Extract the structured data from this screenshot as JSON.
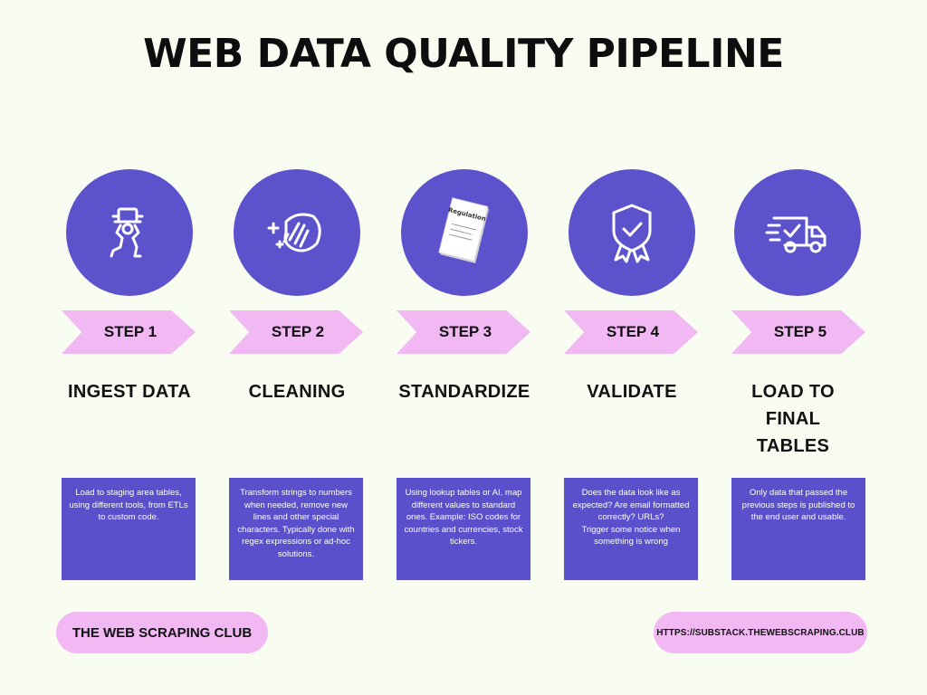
{
  "title": "WEB DATA QUALITY PIPELINE",
  "colors": {
    "background": "#f9fcf1",
    "circle": "#5c52cc",
    "chevron": "#f1b8f4",
    "box": "#5a50cb",
    "pill": "#f1b8f4"
  },
  "steps": [
    {
      "step_label": "STEP 1",
      "title": "INGEST DATA",
      "icon": "person-carrying-box-icon",
      "description": "Load to staging area tables, using different tools, from ETLs to custom code."
    },
    {
      "step_label": "STEP 2",
      "title": "CLEANING",
      "icon": "cleaning-hand-sparkles-icon",
      "description": "Transform strings to numbers when needed, remove new lines and other special characters. Typically done with regex expressions or ad-hoc solutions."
    },
    {
      "step_label": "STEP 3",
      "title": "STANDARDIZE",
      "icon": "regulation-document-icon",
      "icon_text": "Regulation",
      "description": "Using lookup tables or AI, map different values to standard ones. Example: ISO codes for countries and currencies, stock tickers."
    },
    {
      "step_label": "STEP 4",
      "title": "VALIDATE",
      "icon": "shield-check-badge-icon",
      "description": "Does the data look like as expected? Are email formatted correctly? URLs?\nTrigger some notice when something is wrong"
    },
    {
      "step_label": "STEP 5",
      "title": "LOAD TO FINAL TABLES",
      "icon": "delivery-truck-icon",
      "description": "Only data that passed the previous steps is published to the end user and usable."
    }
  ],
  "footer": {
    "left_label": "THE WEB SCRAPING CLUB",
    "right_label": "HTTPS://SUBSTACK.THEWEBSCRAPING.CLUB"
  }
}
